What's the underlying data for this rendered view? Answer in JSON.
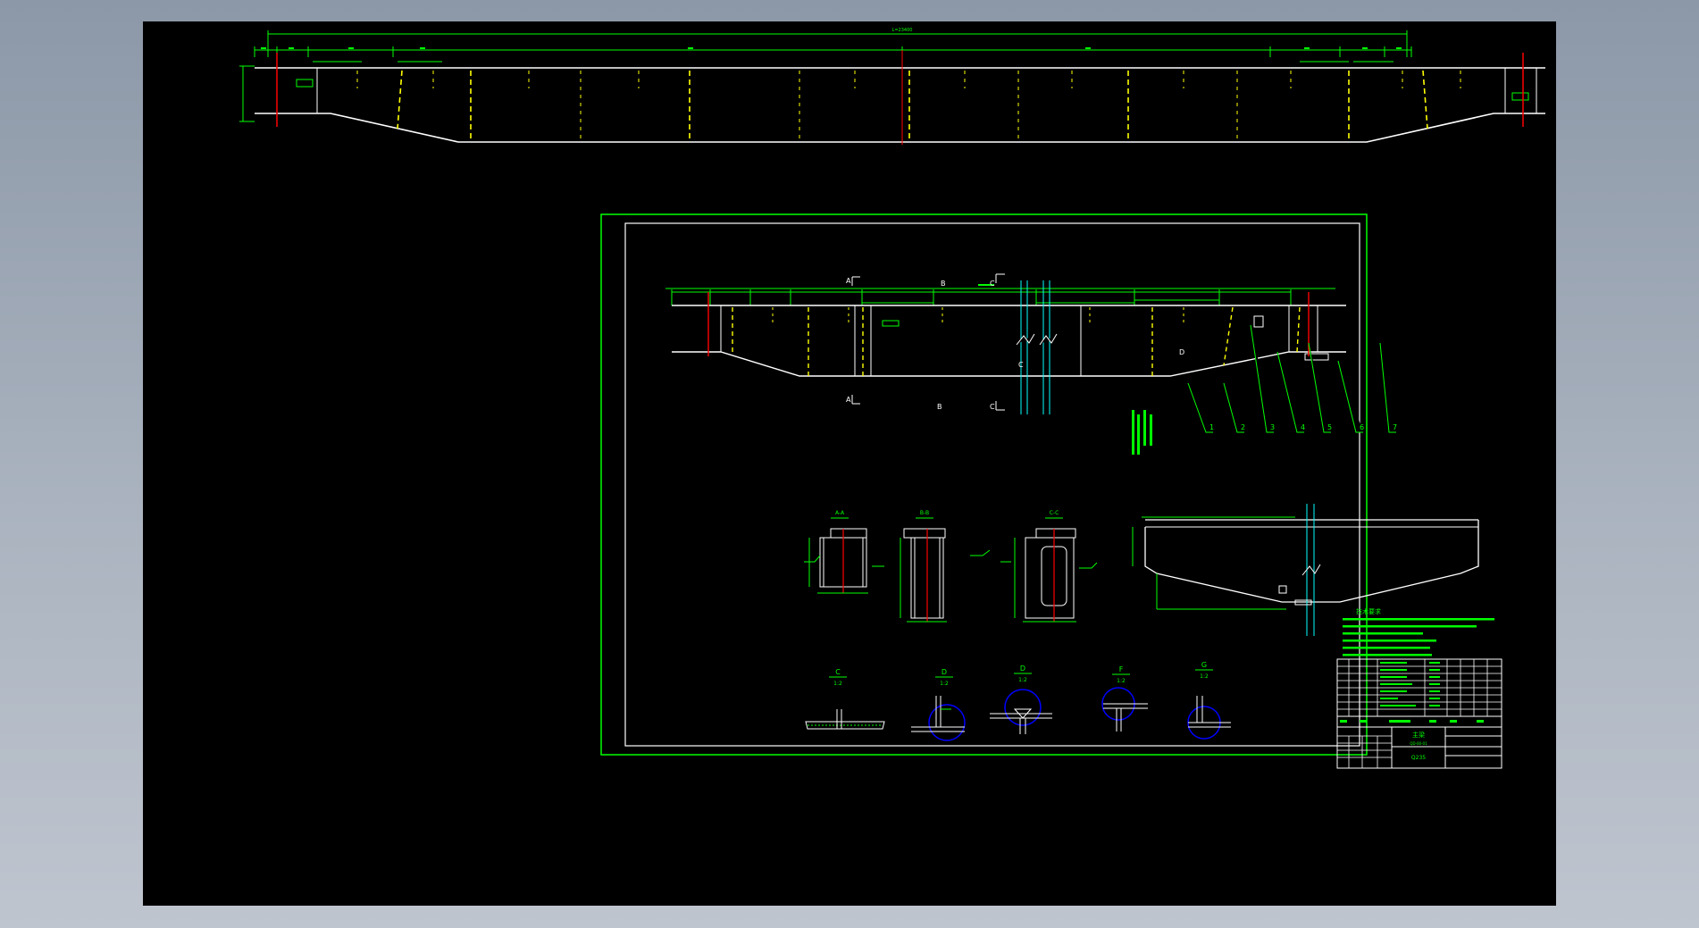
{
  "colors": {
    "background": "#000000",
    "outline": "#ffffff",
    "dimension": "#00ff00",
    "hidden": "#ffff00",
    "center": "#ff0000",
    "section": "#00ffff",
    "weld": "#0000ff"
  },
  "top_view": {
    "overall_dim": "L=23400"
  },
  "sheet": {
    "section_marks": [
      "A",
      "B",
      "C",
      "D"
    ],
    "part_numbers": [
      "1",
      "2",
      "3",
      "4",
      "5",
      "6",
      "7"
    ],
    "section_views": [
      "A-A",
      "B-B",
      "C-C"
    ],
    "detail_labels": [
      {
        "id": "C",
        "scale": "1:2"
      },
      {
        "id": "D",
        "scale": "1:2"
      },
      {
        "id": "E",
        "scale": "1:2"
      },
      {
        "id": "F",
        "scale": "1:2"
      },
      {
        "id": "G",
        "scale": "1:2"
      }
    ],
    "notes_title": "技术要求",
    "title_block": {
      "name": "主梁",
      "drawing_no": "QD-00-01",
      "material": "Q235"
    }
  }
}
